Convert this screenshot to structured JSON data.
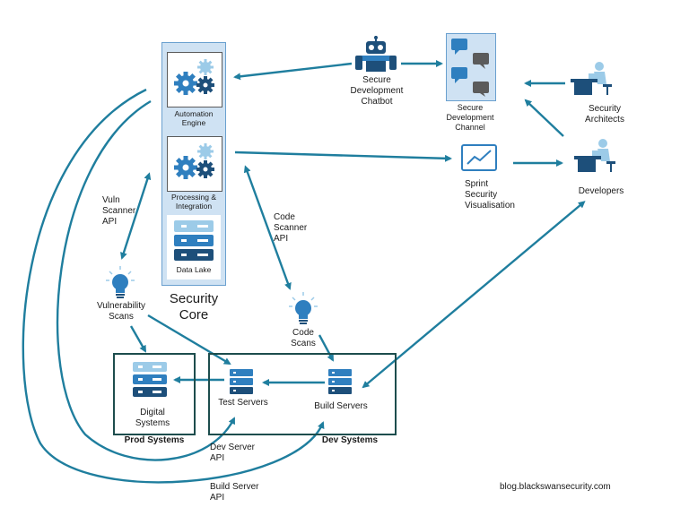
{
  "security_core": {
    "title": "Security\nCore",
    "automation_engine": "Automation\nEngine",
    "processing_integration": "Processing &\nIntegration",
    "data_lake": "Data Lake"
  },
  "nodes": {
    "chatbot": "Secure\nDevelopment\nChatbot",
    "channel": "Secure\nDevelopment\nChannel",
    "security_architects": "Security\nArchitects",
    "sprint_visualisation": "Sprint\nSecurity\nVisualisation",
    "developers": "Developers",
    "vulnerability_scans": "Vulnerability\nScans",
    "code_scans": "Code\nScans",
    "digital_systems": "Digital\nSystems",
    "test_servers": "Test Servers",
    "build_servers": "Build Servers"
  },
  "groups": {
    "prod": "Prod Systems",
    "dev": "Dev Systems"
  },
  "apis": {
    "vuln_scanner": "Vuln\nScanner\nAPI",
    "code_scanner": "Code\nScanner\nAPI",
    "dev_server": "Dev Server\nAPI",
    "build_server": "Build Server\nAPI"
  },
  "footer": "blog.blackswansecurity.com",
  "colors": {
    "arrow": "#1f7e9e",
    "icon_dark": "#1d4f7a",
    "icon_mid": "#2f7fbf",
    "icon_light": "#9ccbe8",
    "panel": "#cfe2f3"
  }
}
